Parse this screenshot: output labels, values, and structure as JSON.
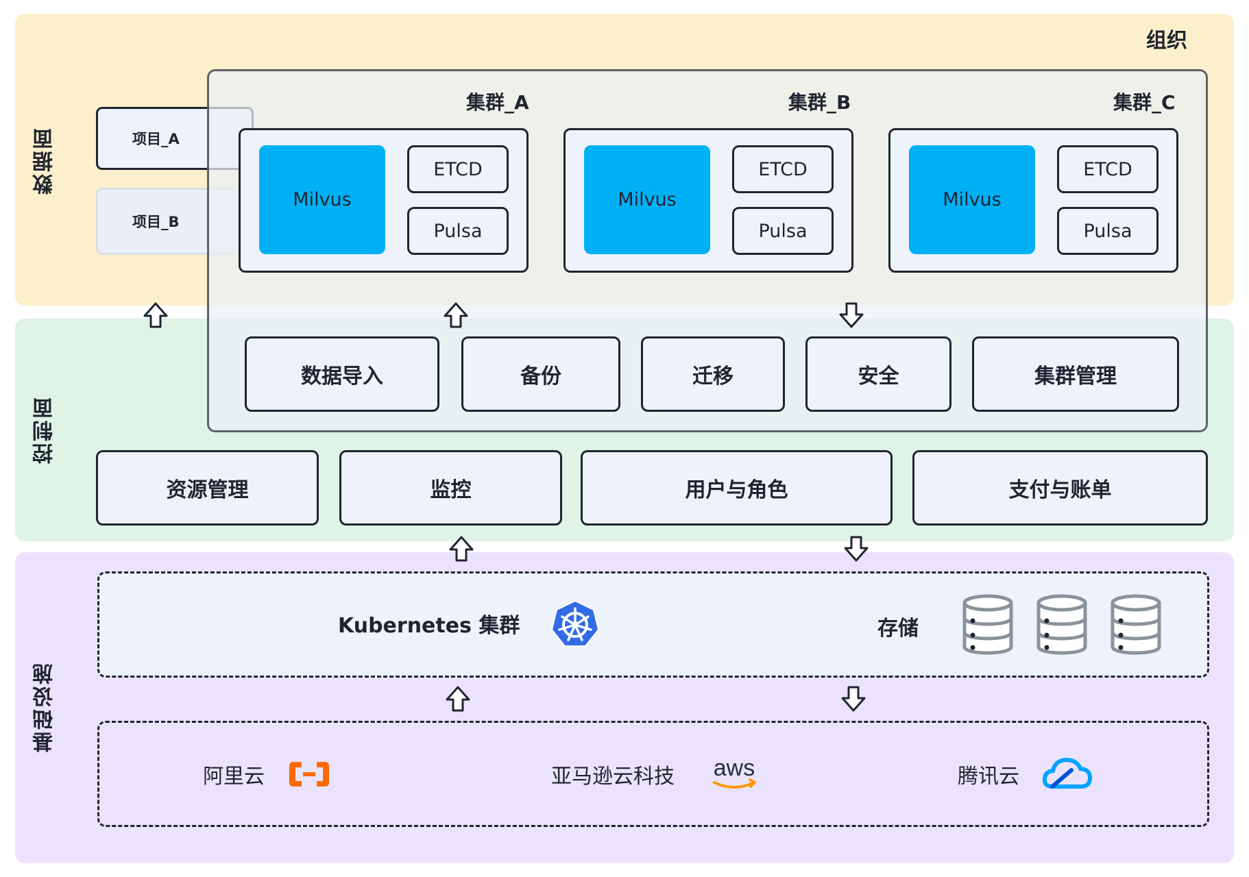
{
  "bands": {
    "data_plane": "数据面",
    "control_plane": "控制面",
    "infrastructure": "基础设施"
  },
  "organization": {
    "title": "组织"
  },
  "projects": [
    "项目_A",
    "项目_B"
  ],
  "clusters": [
    {
      "title": "集群_A",
      "main": "Milvus",
      "components": [
        "ETCD",
        "Pulsa"
      ]
    },
    {
      "title": "集群_B",
      "main": "Milvus",
      "components": [
        "ETCD",
        "Pulsa"
      ]
    },
    {
      "title": "集群_C",
      "main": "Milvus",
      "components": [
        "ETCD",
        "Pulsa"
      ]
    }
  ],
  "cluster_services": [
    "数据导入",
    "备份",
    "迁移",
    "安全",
    "集群管理"
  ],
  "platform_services": [
    "资源管理",
    "监控",
    "用户与角色",
    "支付与账单"
  ],
  "infra": {
    "kubernetes_label": "Kubernetes 集群",
    "storage_label": "存储",
    "clouds": [
      {
        "name": "阿里云",
        "logo": "alibaba-cloud-icon",
        "color": "#ff6a00"
      },
      {
        "name": "亚马逊云科技",
        "logo": "aws-icon",
        "color": "#ff9900"
      },
      {
        "name": "腾讯云",
        "logo": "tencent-cloud-icon",
        "color": "#00a3ff"
      }
    ]
  },
  "colors": {
    "data_band": "#fcf0cc",
    "control_band": "#dff3e6",
    "infra_band": "#ebe3fd",
    "milvus": "#00b0f5",
    "kubernetes": "#326ce5",
    "storage": "#8a929c"
  }
}
